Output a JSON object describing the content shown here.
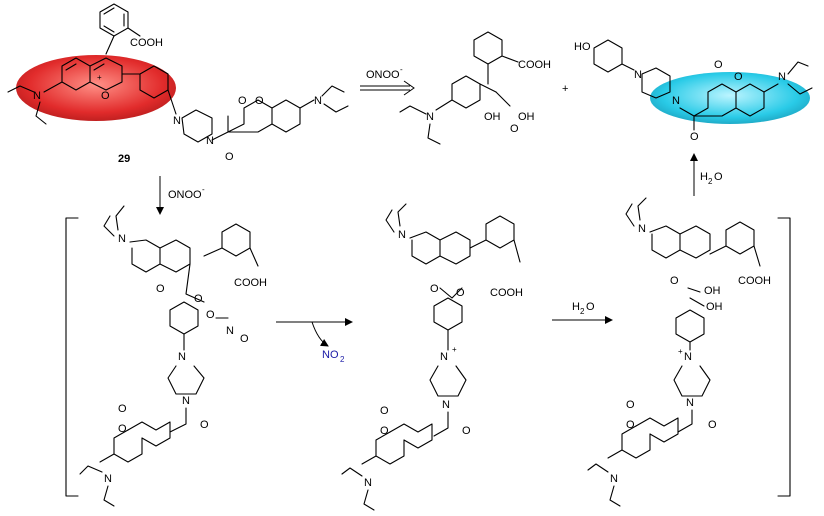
{
  "compound_number": "29",
  "reagents": {
    "peroxynitrite": "ONOO",
    "peroxynitrite_charge": "-",
    "water": "H",
    "water_sub": "2",
    "water_tail": "O",
    "nitrogen_dioxide": "NO",
    "nitrogen_dioxide_sub": "2"
  },
  "plus_sign": "+",
  "groups": {
    "cooh": "COOH",
    "oh": "OH",
    "ho": "HO",
    "n": "N",
    "o": "O",
    "o_plus": "+",
    "n_plus": "+"
  },
  "highlights": {
    "xanthene_color": "#e02020",
    "coumarin_color": "#1ec8e6"
  }
}
